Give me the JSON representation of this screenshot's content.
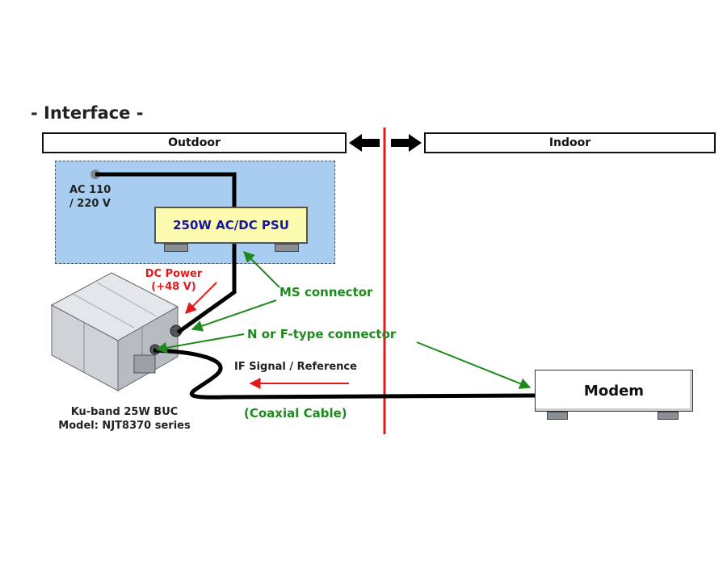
{
  "title": "- Interface -",
  "header": {
    "outdoor_label": "Outdoor",
    "indoor_label": "Indoor"
  },
  "psu": {
    "label": "250W AC/DC PSU",
    "ac_line1": "AC 110",
    "ac_line2": "/ 220 V"
  },
  "labels": {
    "dc_power_line1": "DC Power",
    "dc_power_line2": "(+48 V)",
    "ms_connector": "MS connector",
    "n_f_connector": "N or F-type connector",
    "if_signal": "IF Signal / Reference",
    "coaxial_cable": "(Coaxial Cable)"
  },
  "modem": {
    "label": "Modem"
  },
  "buc": {
    "line1": "Ku-band 25W BUC",
    "line2": "Model: NJT8370 series"
  },
  "colors": {
    "outdoor_area": "#a9cdf0",
    "psu_fill": "#fdfbb0",
    "psu_text": "#15159e",
    "divider": "#e41818",
    "annotation_green": "#1e8a1e",
    "annotation_red": "#e41818",
    "cable": "#000000"
  }
}
